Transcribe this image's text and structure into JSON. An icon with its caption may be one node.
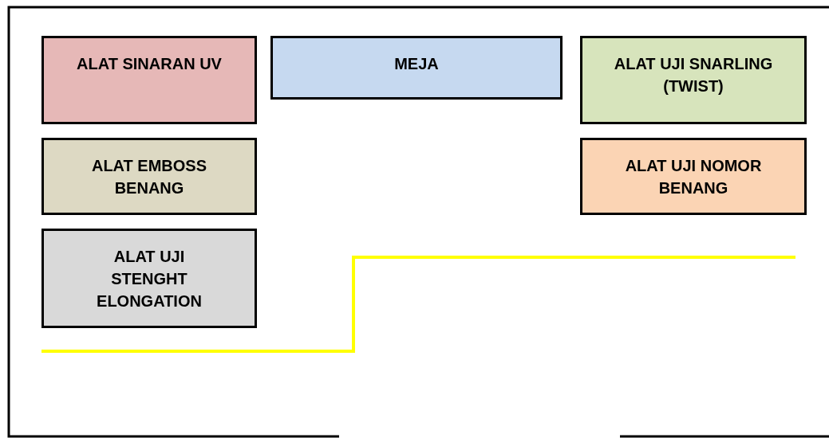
{
  "diagram": {
    "nodes": [
      {
        "text": [
          "ALAT SINARAN UV"
        ]
      },
      {
        "text": [
          "MEJA"
        ]
      },
      {
        "text": [
          "ALAT UJI SNARLING (TWIST)"
        ]
      },
      {
        "text": [
          "ALAT EMBOSS BENANG"
        ]
      },
      {
        "text": [
          "ALAT UJI NOMOR BENANG"
        ]
      },
      {
        "text": [
          "ALAT UJI STENGHT ELONGATION"
        ]
      }
    ]
  }
}
